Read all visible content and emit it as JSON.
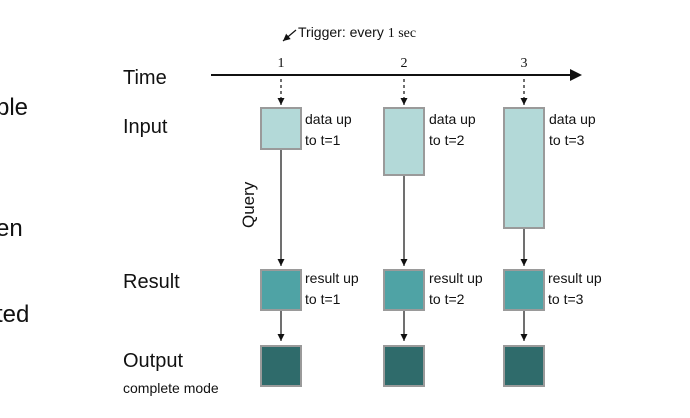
{
  "left_fragments": [
    "ble",
    "en",
    "ted"
  ],
  "row_labels": {
    "time": "Time",
    "input": "Input",
    "result": "Result",
    "output": "Output",
    "output_sub": "complete mode"
  },
  "query_label": "Query",
  "trigger": {
    "prefix": "Trigger: every ",
    "interval": "1 sec"
  },
  "ticks": [
    "1",
    "2",
    "3"
  ],
  "columns": [
    {
      "input_note_line1": "data up",
      "input_note_line2": "to t=1",
      "result_note_line1": "result up",
      "result_note_line2": "to t=1"
    },
    {
      "input_note_line1": "data up",
      "input_note_line2": "to t=2",
      "result_note_line1": "result up",
      "result_note_line2": "to t=2"
    },
    {
      "input_note_line1": "data up",
      "input_note_line2": "to t=3",
      "result_note_line1": "result up",
      "result_note_line2": "to t=3"
    }
  ],
  "colors": {
    "input_fill": "#b3d9d8",
    "input_stroke": "#9a9a9a",
    "result_fill": "#4fa3a5",
    "result_stroke": "#9a9a9a",
    "output_fill": "#2f6b6b",
    "output_stroke": "#9a9a9a",
    "line": "#111111"
  }
}
